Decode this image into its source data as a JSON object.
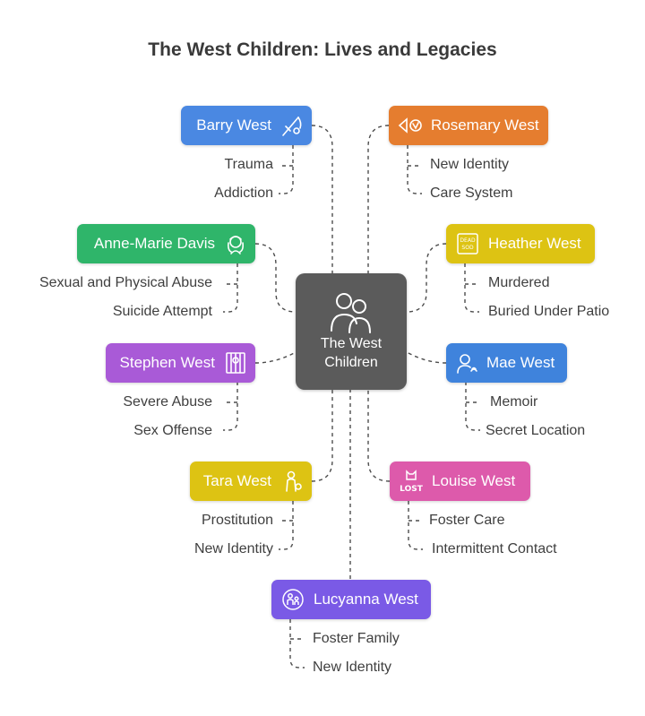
{
  "title": "The West Children: Lives and Legacies",
  "center": {
    "line1": "The West",
    "line2": "Children"
  },
  "children": [
    {
      "id": "barry",
      "name": "Barry West",
      "color": "#4a88e2",
      "icon": "fishing-rod-icon",
      "details": [
        "Trauma",
        "Addiction"
      ]
    },
    {
      "id": "rosemary",
      "name": "Rosemary West",
      "color": "#e57d2f",
      "icon": "identity-tag-icon",
      "details": [
        "New Identity",
        "Care System"
      ]
    },
    {
      "id": "anne-marie",
      "name": "Anne-Marie Davis",
      "color": "#2fb56a",
      "icon": "woman-icon",
      "details": [
        "Sexual and Physical Abuse",
        "Suicide Attempt"
      ]
    },
    {
      "id": "heather",
      "name": "Heather West",
      "color": "#ddc313",
      "icon": "gravestone-icon",
      "details": [
        "Murdered",
        "Buried Under Patio"
      ]
    },
    {
      "id": "stephen",
      "name": "Stephen West",
      "color": "#a95ad7",
      "icon": "prison-bars-icon",
      "details": [
        "Severe Abuse",
        "Sex Offense"
      ]
    },
    {
      "id": "mae",
      "name": "Mae West",
      "color": "#3f83dc",
      "icon": "author-icon",
      "details": [
        "Memoir",
        "Secret Location"
      ]
    },
    {
      "id": "tara",
      "name": "Tara West",
      "color": "#ddc313",
      "icon": "person-money-icon",
      "details": [
        "Prostitution",
        "New Identity"
      ]
    },
    {
      "id": "louise",
      "name": "Louise West",
      "color": "#dd5aab",
      "icon": "lost-cat-icon",
      "details": [
        "Foster Care",
        "Intermittent Contact"
      ]
    },
    {
      "id": "lucyanna",
      "name": "Lucyanna West",
      "color": "#7a5ae6",
      "icon": "family-icon",
      "details": [
        "Foster Family",
        "New Identity"
      ]
    }
  ],
  "icon_texts": {
    "heather": "DEAD\nSOD",
    "louise": "LOST"
  }
}
